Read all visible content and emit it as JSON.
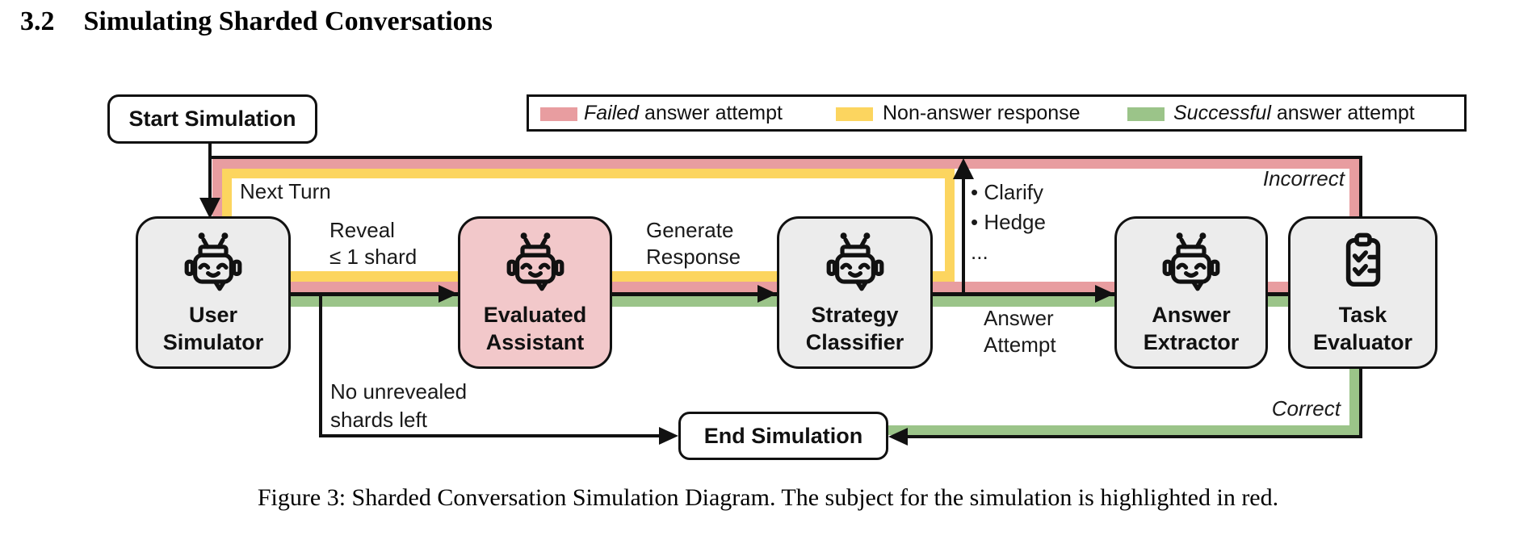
{
  "section": {
    "number": "3.2",
    "title": "Simulating Sharded Conversations"
  },
  "legend": {
    "items": [
      {
        "name": "failed-answer-attempt",
        "italic": "Failed",
        "rest": " answer attempt",
        "swatch_color": "#e89da0"
      },
      {
        "name": "non-answer-response",
        "italic": "",
        "rest": "Non-answer response",
        "swatch_color": "#fcd55f"
      },
      {
        "name": "successful-answer-attempt",
        "italic": "Successful",
        "rest": " answer attempt",
        "swatch_color": "#9bc489"
      }
    ]
  },
  "nodes": {
    "start": "Start Simulation",
    "end": "End Simulation",
    "user_simulator": {
      "line1": "User",
      "line2": "Simulator"
    },
    "evaluated_assistant": {
      "line1": "Evaluated",
      "line2": "Assistant"
    },
    "strategy_classifier": {
      "line1": "Strategy",
      "line2": "Classifier"
    },
    "answer_extractor": {
      "line1": "Answer",
      "line2": "Extractor"
    },
    "task_evaluator": {
      "line1": "Task",
      "line2": "Evaluator"
    }
  },
  "edge_labels": {
    "next_turn": "Next Turn",
    "reveal_line1": "Reveal",
    "reveal_line2": "≤ 1 shard",
    "generate_line1": "Generate",
    "generate_line2": "Response",
    "clarify_bullet": "• Clarify",
    "hedge_bullet": "• Hedge",
    "ellipsis": "...",
    "answer_line1": "Answer",
    "answer_line2": "Attempt",
    "incorrect": "Incorrect",
    "correct": "Correct",
    "no_shards_line1": "No unrevealed",
    "no_shards_line2": "shards left"
  },
  "caption": "Figure 3: Sharded Conversation Simulation Diagram. The subject for the simulation is highlighted in red.",
  "colors": {
    "failed": "#e89da0",
    "non_answer": "#fcd55f",
    "success": "#9bc489",
    "subject_fill": "#f2c8ca",
    "node_fill": "#ececec",
    "line": "#111111"
  }
}
